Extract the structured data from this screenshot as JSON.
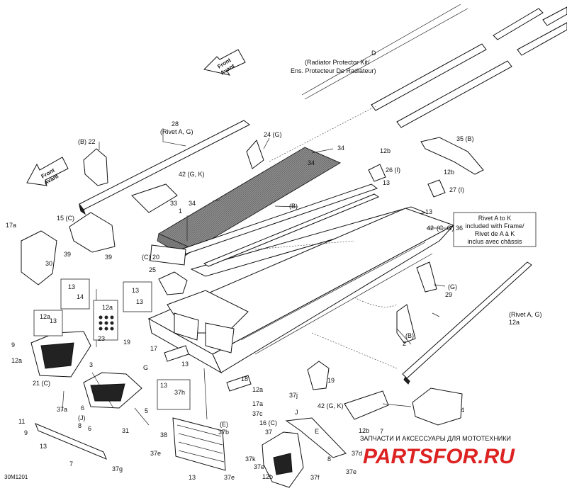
{
  "diagram": {
    "ref_code": "30M1201",
    "watermark": {
      "tagline": "ЗАПЧАСТИ И АКСЕССУАРЫ ДЛЯ МОТОТЕХНИКИ",
      "brand": "PARTSFOR.RU"
    },
    "arrows": {
      "front_top": [
        "Front",
        "Avant"
      ],
      "front_left": [
        "Front",
        "Avant"
      ]
    },
    "note_box": {
      "lines": [
        "Rivet A to K",
        "included with Frame/",
        "Rivet de A à K",
        "inclus avec châssis"
      ]
    },
    "kit_label": {
      "letter": "D",
      "lines": [
        "(Radiator Protector Kit/",
        "Ens. Protecteur De Radiateur)"
      ]
    },
    "callouts": [
      {
        "id": "c28",
        "text": "28"
      },
      {
        "id": "c28b",
        "text": "(Rivet A, G)"
      },
      {
        "id": "c22",
        "text": "(B) 22"
      },
      {
        "id": "c24",
        "text": "24 (G)"
      },
      {
        "id": "c34a",
        "text": "34"
      },
      {
        "id": "c34b",
        "text": "34"
      },
      {
        "id": "c35",
        "text": "35 (B)"
      },
      {
        "id": "c12b1",
        "text": "12b"
      },
      {
        "id": "c26",
        "text": "26 (I)"
      },
      {
        "id": "c13a",
        "text": "13"
      },
      {
        "id": "c12b2",
        "text": "12b"
      },
      {
        "id": "c27",
        "text": "27 (I)"
      },
      {
        "id": "c13b",
        "text": "13"
      },
      {
        "id": "c42a",
        "text": "42 (G, K)"
      },
      {
        "id": "c33",
        "text": "33"
      },
      {
        "id": "c34c",
        "text": "34"
      },
      {
        "id": "c33b",
        "text": "(B)"
      },
      {
        "id": "c1",
        "text": "1"
      },
      {
        "id": "c42b",
        "text": "42"
      },
      {
        "id": "c36",
        "text": "(C, G) 36"
      },
      {
        "id": "c17a",
        "text": "17a"
      },
      {
        "id": "c15",
        "text": "15 (C)"
      },
      {
        "id": "c39a",
        "text": "39"
      },
      {
        "id": "c39b",
        "text": "39"
      },
      {
        "id": "c30",
        "text": "30"
      },
      {
        "id": "c20",
        "text": "(C) 20"
      },
      {
        "id": "c25",
        "text": "25"
      },
      {
        "id": "c25g",
        "text": "(G)"
      },
      {
        "id": "c29",
        "text": "29"
      },
      {
        "id": "c29b",
        "text": "(Rivet A, G)"
      },
      {
        "id": "c12a1",
        "text": "12a"
      },
      {
        "id": "c13c",
        "text": "13"
      },
      {
        "id": "c14",
        "text": "14"
      },
      {
        "id": "c13d",
        "text": "13"
      },
      {
        "id": "c13e",
        "text": "13"
      },
      {
        "id": "c12a2",
        "text": "12a"
      },
      {
        "id": "c13f",
        "text": "13"
      },
      {
        "id": "c12a3",
        "text": "12a"
      },
      {
        "id": "c23",
        "text": "23"
      },
      {
        "id": "c23b",
        "text": "(B)"
      },
      {
        "id": "c2",
        "text": "2"
      },
      {
        "id": "c9a",
        "text": "9"
      },
      {
        "id": "c12a4",
        "text": "12a"
      },
      {
        "id": "c19a",
        "text": "19"
      },
      {
        "id": "c17",
        "text": "17"
      },
      {
        "id": "c13g",
        "text": "13"
      },
      {
        "id": "cG",
        "text": "G"
      },
      {
        "id": "c3",
        "text": "3"
      },
      {
        "id": "c21",
        "text": "21 (C)"
      },
      {
        "id": "c19b",
        "text": "19"
      },
      {
        "id": "c18",
        "text": "18"
      },
      {
        "id": "c12a5",
        "text": "12a"
      },
      {
        "id": "c13h",
        "text": "13"
      },
      {
        "id": "c37h",
        "text": "37h"
      },
      {
        "id": "c37j",
        "text": "37j"
      },
      {
        "id": "c17a2",
        "text": "17a"
      },
      {
        "id": "c42c",
        "text": "42 (G, K)"
      },
      {
        "id": "c4",
        "text": "4"
      },
      {
        "id": "c6a",
        "text": "6"
      },
      {
        "id": "c37a",
        "text": "37a"
      },
      {
        "id": "c37c",
        "text": "37c"
      },
      {
        "id": "cJ",
        "text": "J"
      },
      {
        "id": "c5",
        "text": "5"
      },
      {
        "id": "c11",
        "text": "11"
      },
      {
        "id": "c11J",
        "text": "(J)"
      },
      {
        "id": "c8a",
        "text": "8"
      },
      {
        "id": "c9b",
        "text": "9"
      },
      {
        "id": "c6b",
        "text": "6"
      },
      {
        "id": "c31",
        "text": "31"
      },
      {
        "id": "c31E",
        "text": "(E)"
      },
      {
        "id": "c37b",
        "text": "37b"
      },
      {
        "id": "c16",
        "text": "16 (C)"
      },
      {
        "id": "c7a",
        "text": "7"
      },
      {
        "id": "c13i",
        "text": "13"
      },
      {
        "id": "c38",
        "text": "38"
      },
      {
        "id": "c37",
        "text": "37"
      },
      {
        "id": "cE",
        "text": "E"
      },
      {
        "id": "c12b3",
        "text": "12b"
      },
      {
        "id": "c37e1",
        "text": "37e"
      },
      {
        "id": "c37k",
        "text": "37k"
      },
      {
        "id": "c37d",
        "text": "37d"
      },
      {
        "id": "c8b",
        "text": "8"
      },
      {
        "id": "c7b",
        "text": "7"
      },
      {
        "id": "c37g",
        "text": "37g"
      },
      {
        "id": "c37e2",
        "text": "37e"
      },
      {
        "id": "c37e3",
        "text": "37e"
      },
      {
        "id": "c12b4",
        "text": "12b"
      },
      {
        "id": "c13j",
        "text": "13"
      },
      {
        "id": "c37e4",
        "text": "37e"
      },
      {
        "id": "c37f",
        "text": "37f"
      }
    ]
  }
}
